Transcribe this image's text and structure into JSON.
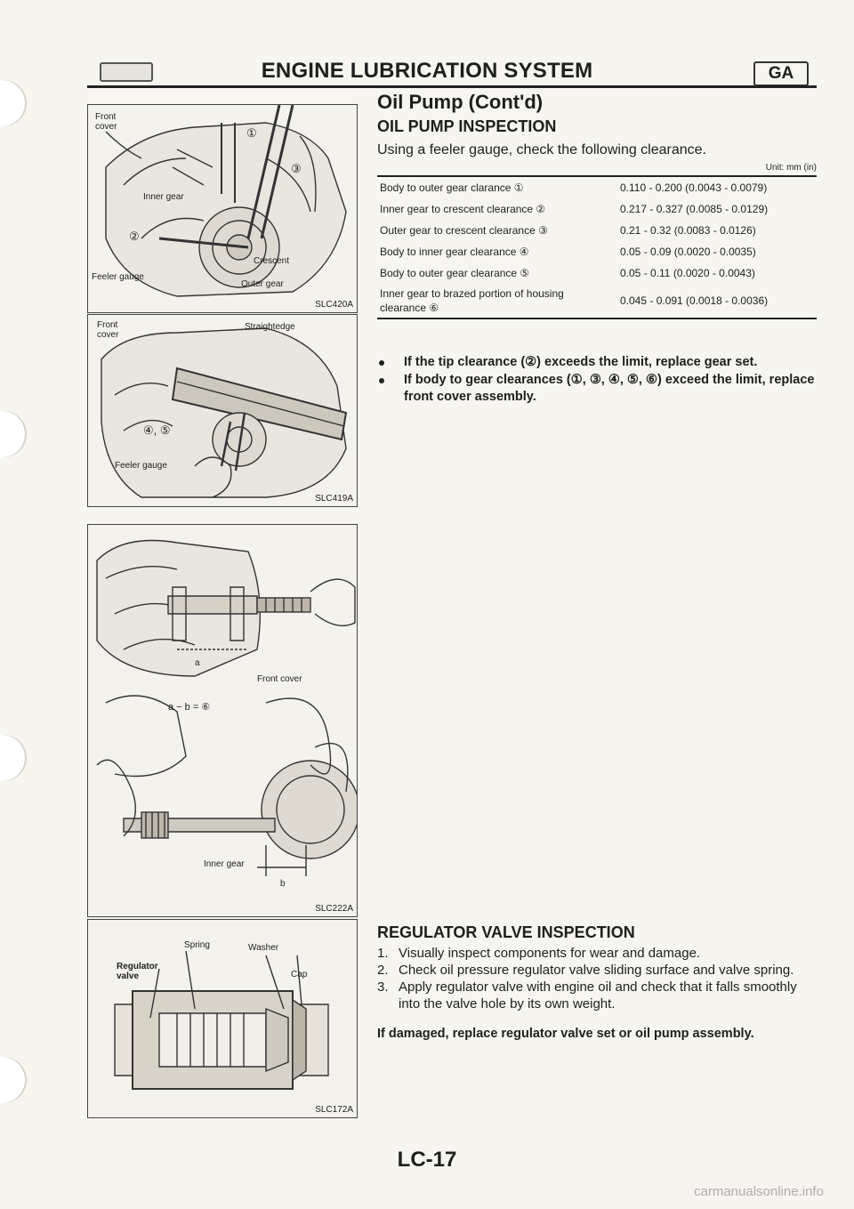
{
  "header": {
    "title": "ENGINE LUBRICATION SYSTEM",
    "badge": "GA",
    "section_title": "Oil Pump (Cont'd)"
  },
  "figures": [
    {
      "code": "SLC420A",
      "labels": {
        "front_cover": "Front\ncover",
        "one": "①",
        "three": "③",
        "inner_gear": "Inner gear",
        "two": "②",
        "crescent": "Crescent",
        "feeler_gauge": "Feeler gauge",
        "outer_gear": "Outer gear"
      }
    },
    {
      "code": "SLC419A",
      "labels": {
        "front_cover": "Front\ncover",
        "straightedge": "Straightedge",
        "four_five": "④, ⑤",
        "feeler_gauge": "Feeler gauge"
      }
    },
    {
      "code": "SLC222A",
      "labels": {
        "a": "a",
        "front_cover": "Front cover",
        "formula": "a − b = ⑥",
        "inner_gear": "Inner gear",
        "b": "b"
      }
    },
    {
      "code": "SLC172A",
      "labels": {
        "spring": "Spring",
        "washer": "Washer",
        "regulator_valve": "Regulator\nvalve",
        "cap": "Cap"
      }
    }
  ],
  "oil_pump_inspection": {
    "title": "OIL PUMP INSPECTION",
    "intro": "Using a feeler gauge, check the following clearance.",
    "unit": "Unit: mm (in)",
    "rows": [
      {
        "item": "Body to outer gear clarance ①",
        "value": "0.110 - 0.200 (0.0043 - 0.0079)"
      },
      {
        "item": "Inner gear to crescent clearance ②",
        "value": "0.217 - 0.327 (0.0085 - 0.0129)"
      },
      {
        "item": "Outer gear to crescent clearance ③",
        "value": "0.21 - 0.32 (0.0083 - 0.0126)"
      },
      {
        "item": "Body to inner gear clearance ④",
        "value": "0.05 - 0.09 (0.0020 - 0.0035)"
      },
      {
        "item": "Body to outer gear clearance ⑤",
        "value": "0.05 - 0.11 (0.0020 - 0.0043)"
      },
      {
        "item": "Inner gear to brazed portion of housing clearance ⑥",
        "value": "0.045 - 0.091 (0.0018 - 0.0036)"
      }
    ],
    "bullets": [
      "If the tip clearance (②) exceeds the limit, replace gear set.",
      "If body to gear clearances (①, ③, ④, ⑤, ⑥) exceed the limit, replace front cover assembly."
    ]
  },
  "regulator_valve_inspection": {
    "title": "REGULATOR VALVE INSPECTION",
    "steps": [
      {
        "num": "1.",
        "text": "Visually inspect components for wear and damage."
      },
      {
        "num": "2.",
        "text": "Check oil pressure regulator valve sliding surface and valve spring."
      },
      {
        "num": "3.",
        "text": "Apply regulator valve with engine oil and check that it falls smoothly into the valve hole by its own weight."
      }
    ],
    "note": "If damaged, replace regulator valve set or oil pump assembly."
  },
  "footer": {
    "page_number": "LC-17",
    "watermark": "carmanualsonline.info"
  }
}
